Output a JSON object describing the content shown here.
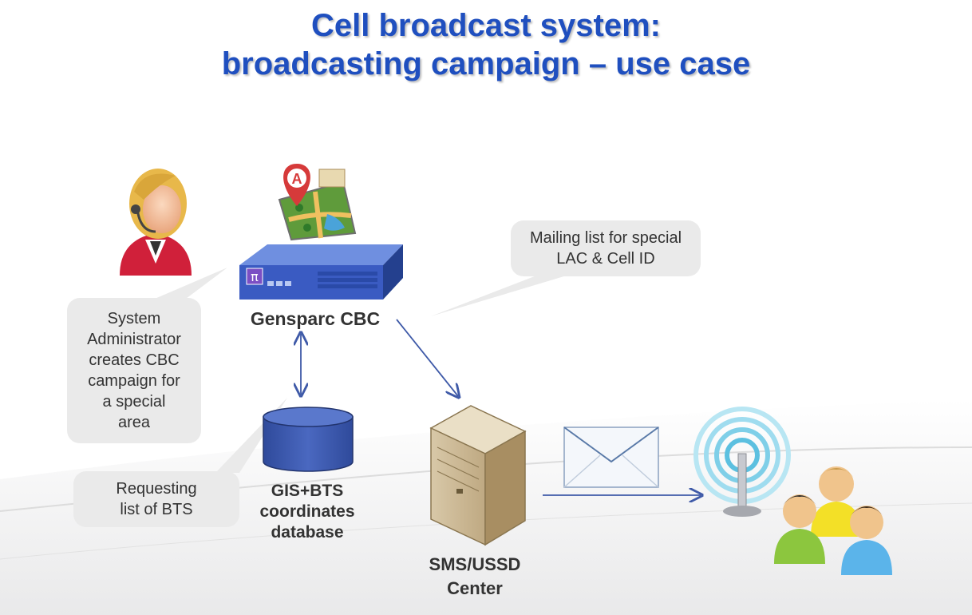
{
  "title": {
    "line1": "Cell broadcast system:",
    "line2": "broadcasting campaign – use case"
  },
  "nodes": {
    "cbc_label": "Gensparc CBC",
    "db_label_line1": "GIS+BTS",
    "db_label_line2": "coordinates",
    "db_label_line3": "database",
    "sms_label_line1": "SMS/USSD",
    "sms_label_line2": "Center"
  },
  "bubbles": {
    "admin_line1": "System",
    "admin_line2": "Administrator",
    "admin_line3": "creates CBC",
    "admin_line4": "campaign for",
    "admin_line5": "a special",
    "admin_line6": "area",
    "requesting_line1": "Requesting",
    "requesting_line2": "list of BTS",
    "mailing_line1": "Mailing list for special",
    "mailing_line2": "LAC & Cell ID"
  },
  "icons": {
    "admin": "operator-headset-icon",
    "map": "map-pin-icon",
    "server": "cbc-server-icon",
    "database": "database-cylinder-icon",
    "sms_center": "server-tower-icon",
    "envelope": "envelope-icon",
    "antenna": "broadcast-antenna-icon",
    "users": "user-group-icon",
    "server_logo": "π"
  },
  "colors": {
    "title": "#1f4fbf",
    "bubble": "#eaeaea",
    "arrow": "#3f5aa8",
    "database": "#3f5aa8",
    "server": "#3a5bc2"
  }
}
